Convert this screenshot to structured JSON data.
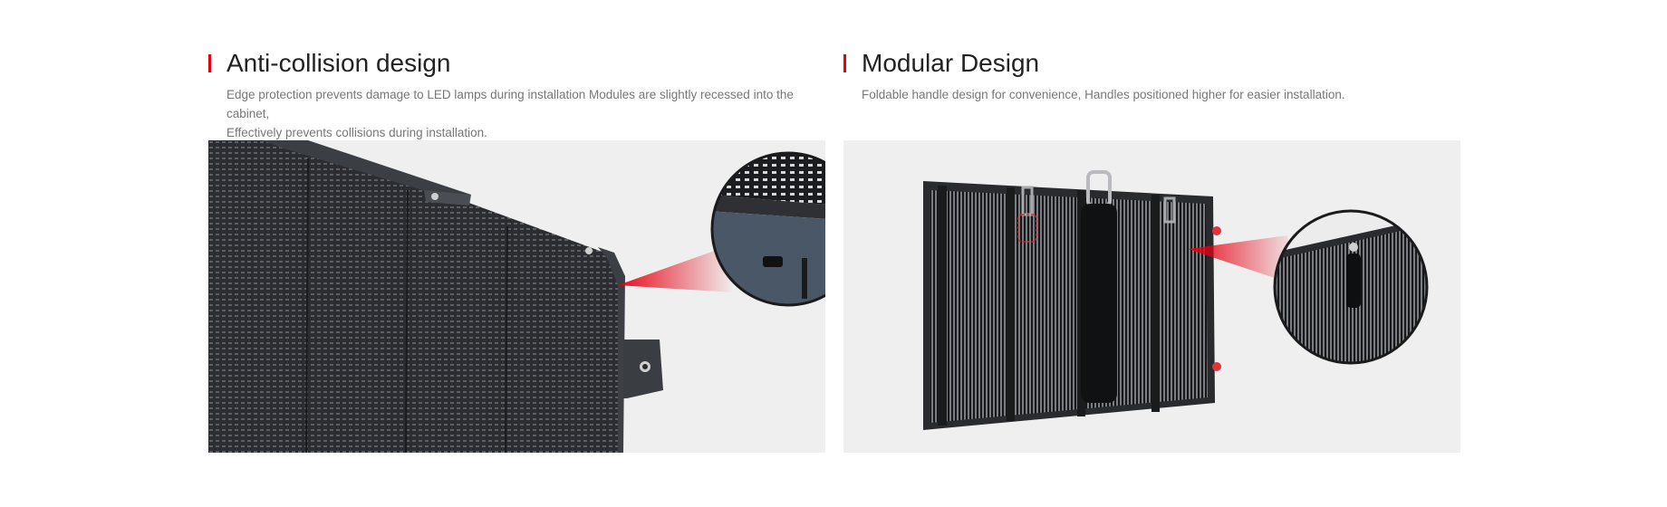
{
  "features": [
    {
      "title": "Anti-collision design",
      "description_lines": [
        "Edge protection prevents damage to LED lamps during installation Modules are slightly recessed into the cabinet,",
        "Effectively prevents collisions during installation."
      ],
      "image_icon": "led-cabinet-edge-closeup-image"
    },
    {
      "title": "Modular Design",
      "description_lines": [
        "Foldable handle design for convenience, Handles positioned higher for easier installation."
      ],
      "image_icon": "led-cabinet-handle-closeup-image"
    }
  ],
  "colors": {
    "accent": "#e60012",
    "title": "#222222",
    "description": "#777777",
    "image_background": "#efefef",
    "cabinet_dark": "#2b2d30"
  }
}
